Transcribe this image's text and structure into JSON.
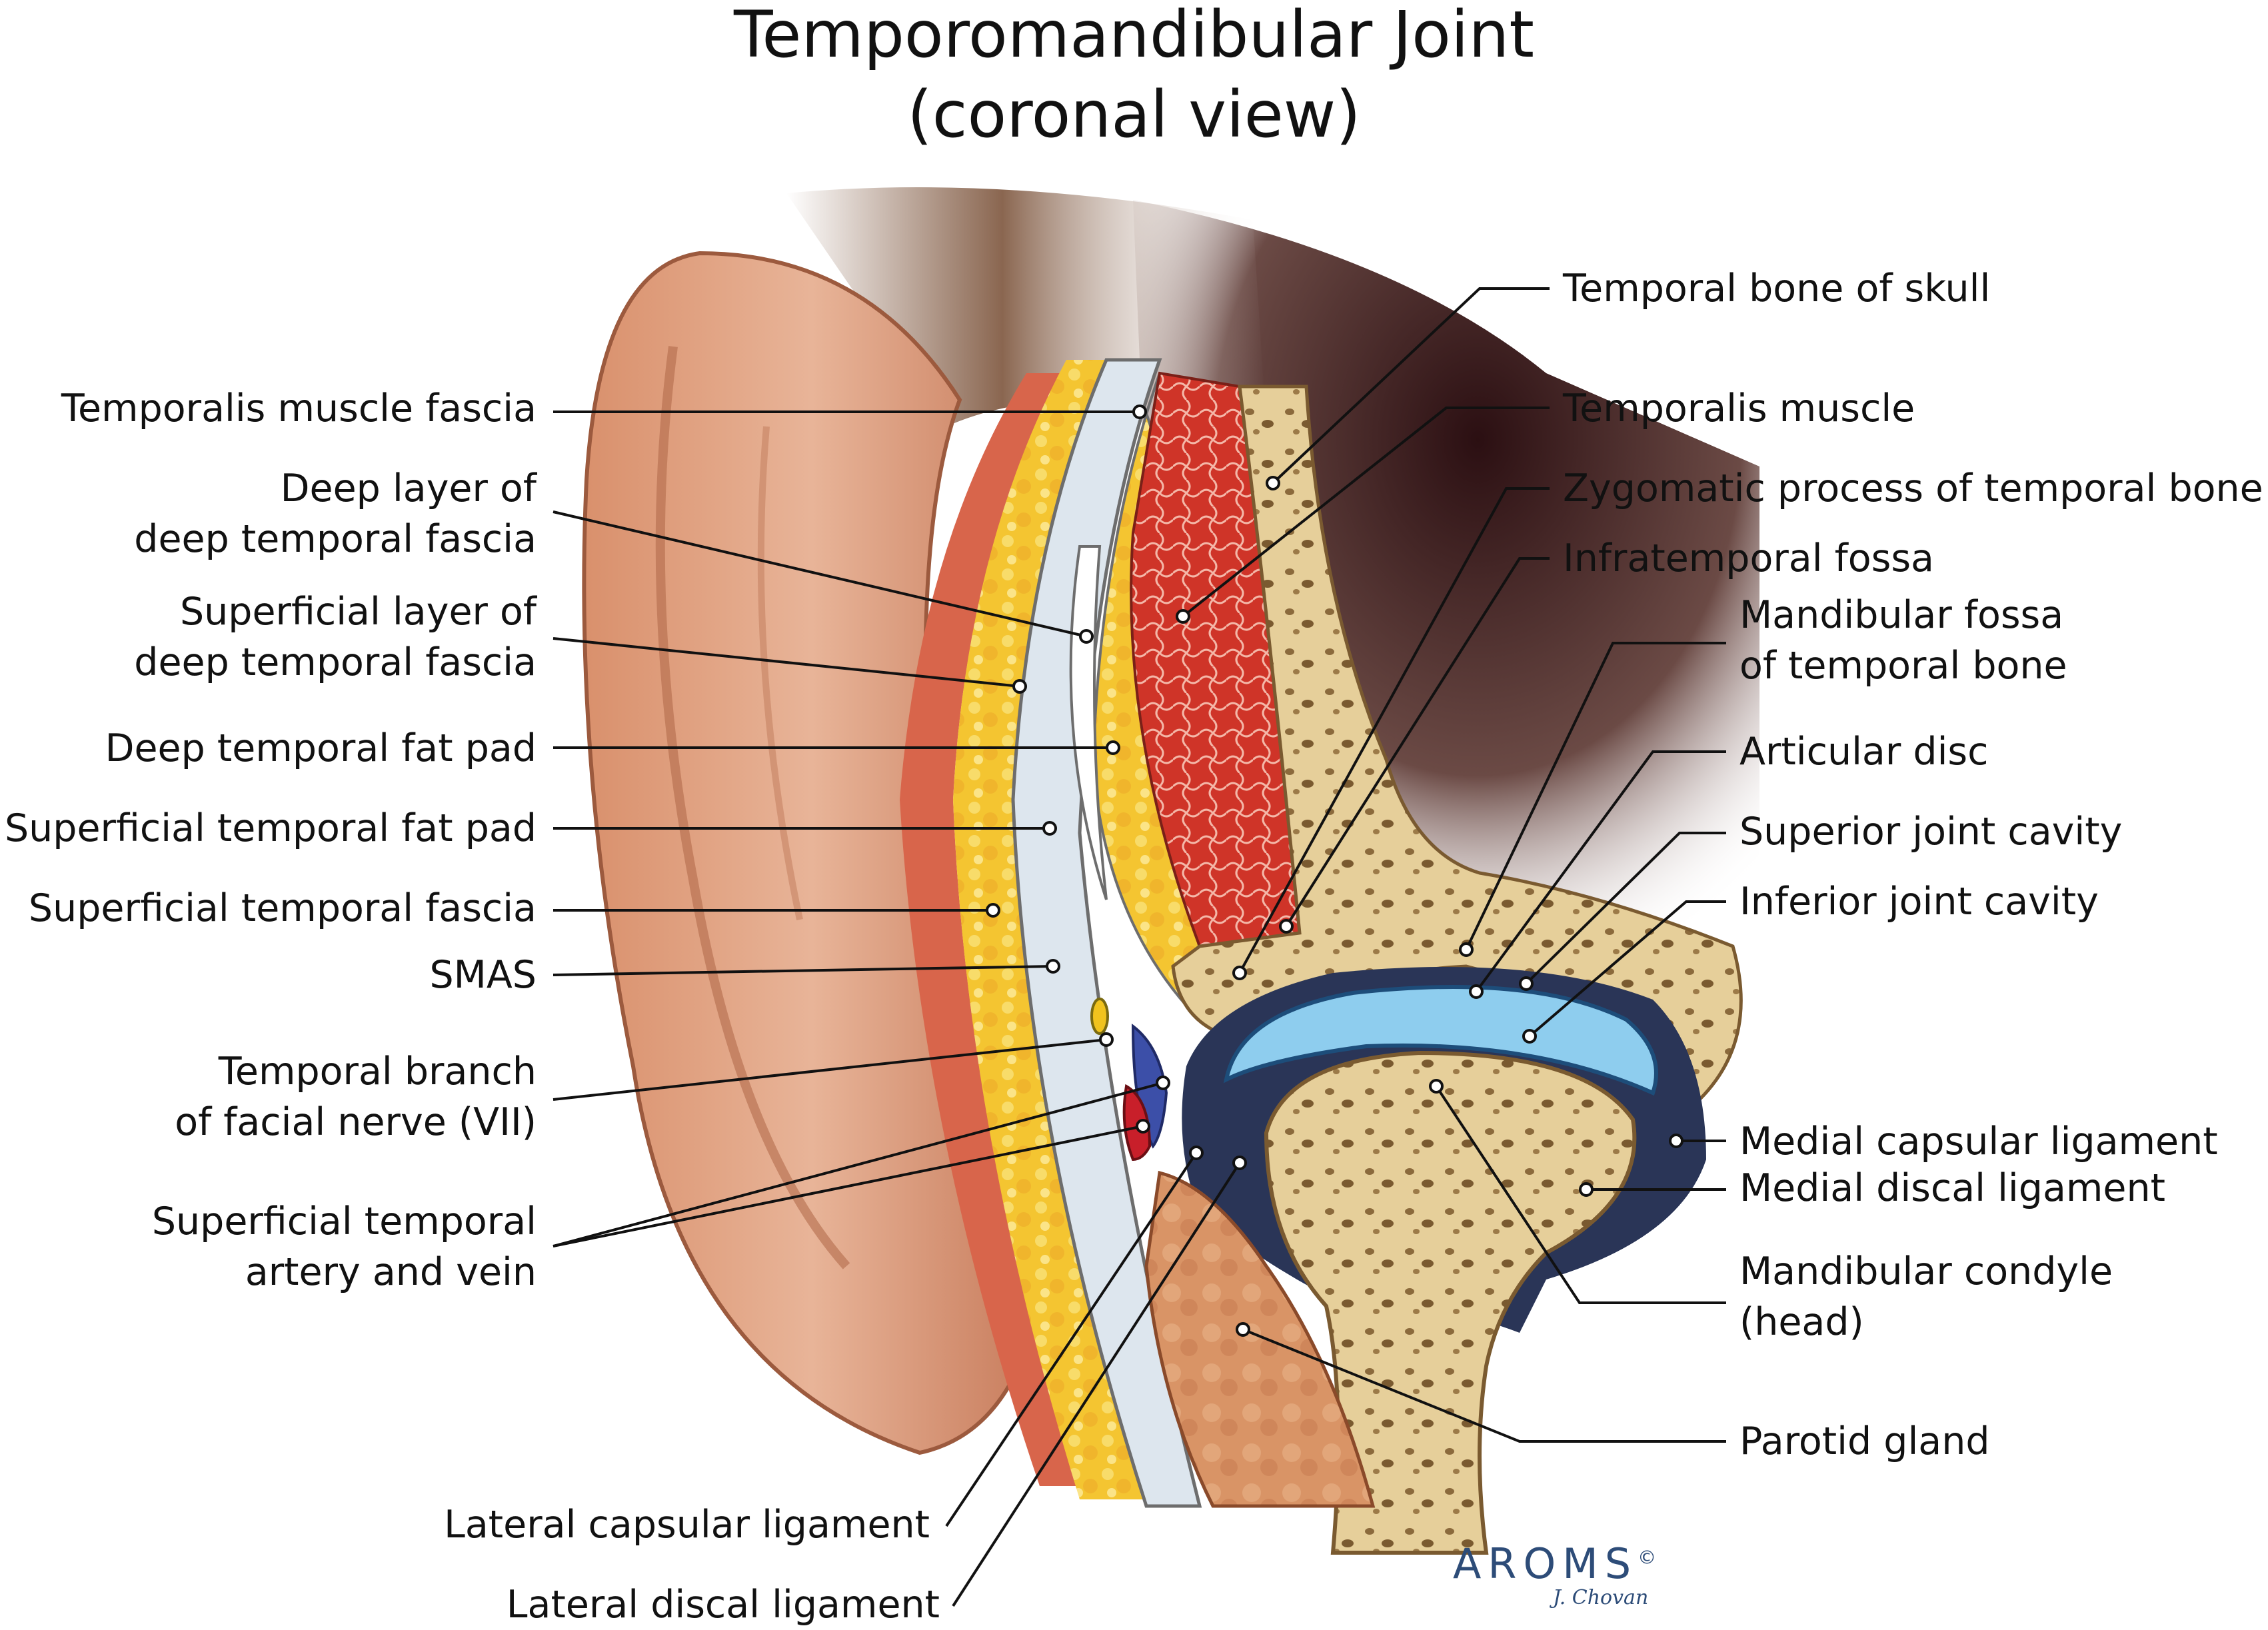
{
  "title": {
    "line1": "Temporomandibular Joint",
    "line2": "(coronal view)"
  },
  "left_labels": [
    {
      "id": "temporalis-muscle-fascia",
      "lines": [
        "Temporalis muscle fascia"
      ]
    },
    {
      "id": "deep-layer-deep-temporal-fascia",
      "lines": [
        "Deep layer of",
        "deep temporal fascia"
      ]
    },
    {
      "id": "superficial-layer-deep-temporal-fascia",
      "lines": [
        "Superficial layer of",
        "deep temporal fascia"
      ]
    },
    {
      "id": "deep-temporal-fat-pad",
      "lines": [
        "Deep temporal fat pad"
      ]
    },
    {
      "id": "superficial-temporal-fat-pad",
      "lines": [
        "Superficial temporal fat pad"
      ]
    },
    {
      "id": "superficial-temporal-fascia",
      "lines": [
        "Superficial temporal fascia"
      ]
    },
    {
      "id": "smas",
      "lines": [
        "SMAS"
      ]
    },
    {
      "id": "temporal-branch-facial-nerve",
      "lines": [
        "Temporal branch",
        "of facial nerve (VII)"
      ]
    },
    {
      "id": "superficial-temporal-artery-vein",
      "lines": [
        "Superficial temporal",
        "artery and vein"
      ]
    },
    {
      "id": "lateral-capsular-ligament",
      "lines": [
        "Lateral capsular ligament"
      ]
    },
    {
      "id": "lateral-discal-ligament",
      "lines": [
        "Lateral discal ligament"
      ]
    }
  ],
  "right_labels": [
    {
      "id": "temporal-bone-of-skull",
      "lines": [
        "Temporal bone of skull"
      ]
    },
    {
      "id": "temporalis-muscle",
      "lines": [
        "Temporalis muscle"
      ]
    },
    {
      "id": "zygomatic-process",
      "lines": [
        "Zygomatic process of temporal bone"
      ]
    },
    {
      "id": "infratemporal-fossa",
      "lines": [
        "Infratemporal fossa"
      ]
    },
    {
      "id": "mandibular-fossa",
      "lines": [
        "Mandibular fossa",
        "of temporal bone"
      ]
    },
    {
      "id": "articular-disc",
      "lines": [
        "Articular disc"
      ]
    },
    {
      "id": "superior-joint-cavity",
      "lines": [
        "Superior joint cavity"
      ]
    },
    {
      "id": "inferior-joint-cavity",
      "lines": [
        "Inferior joint cavity"
      ]
    },
    {
      "id": "medial-capsular-ligament",
      "lines": [
        "Medial capsular ligament"
      ]
    },
    {
      "id": "medial-discal-ligament",
      "lines": [
        "Medial discal ligament"
      ]
    },
    {
      "id": "mandibular-condyle",
      "lines": [
        "Mandibular condyle",
        "(head)"
      ]
    },
    {
      "id": "parotid-gland",
      "lines": [
        "Parotid gland"
      ]
    }
  ],
  "logo": {
    "text": "AROMS",
    "mark": "©",
    "signature": "J. Chovan"
  },
  "colors": {
    "skin": "#e0a888",
    "ear_shadow": "#b7704f",
    "muscle": "#d0362a",
    "fat": "#f4c531",
    "fascia": "#dde6ee",
    "bone": "#e6cf9a",
    "disc": "#8ecdee",
    "capsule": "#2a3557",
    "gland": "#d99466",
    "vein": "#3c4fa8",
    "artery": "#c81f2a",
    "dark_bg": "#3a1c1e"
  }
}
